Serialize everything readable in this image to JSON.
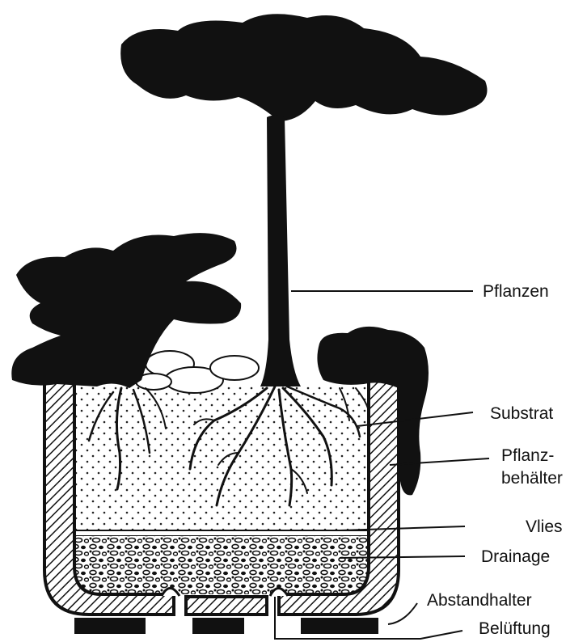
{
  "labels": {
    "plants": "Pflanzen",
    "substrate": "Substrat",
    "container_line1": "Pflanz-",
    "container_line2": "behälter",
    "fleece": "Vlies",
    "drainage": "Drainage",
    "spacer": "Abstandhalter",
    "ventilation": "Belüftung"
  },
  "colors": {
    "ink": "#111111",
    "paper": "#ffffff"
  }
}
